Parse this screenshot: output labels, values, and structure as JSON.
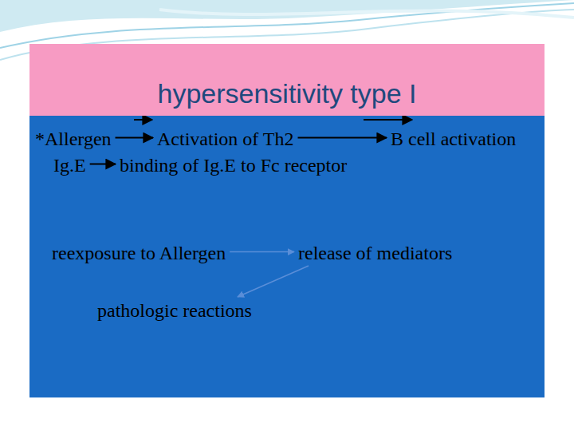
{
  "diagram": {
    "title": "hypersensitivity type I",
    "nodes": [
      {
        "text": [
          "*Allergen"
        ]
      },
      {
        "text": [
          "Activation of Th2"
        ]
      },
      {
        "text": [
          "B cell activation"
        ]
      },
      {
        "text": [
          "Ig.E"
        ]
      },
      {
        "text": [
          "binding of Ig.E to Fc receptor"
        ]
      },
      {
        "text": [
          "reexposure to Allergen"
        ]
      },
      {
        "text": [
          "release of mediators"
        ]
      },
      {
        "text": [
          "pathologic reactions"
        ]
      }
    ],
    "edges": [
      {
        "from": 0,
        "to": 1,
        "arrow": "to"
      },
      {
        "from": 1,
        "to": 2,
        "arrow": "to"
      },
      {
        "from": 3,
        "to": 4,
        "arrow": "to"
      },
      {
        "from": 5,
        "to": 6,
        "arrow": "to"
      },
      {
        "from": 6,
        "to": 7,
        "arrow": "to"
      }
    ]
  }
}
